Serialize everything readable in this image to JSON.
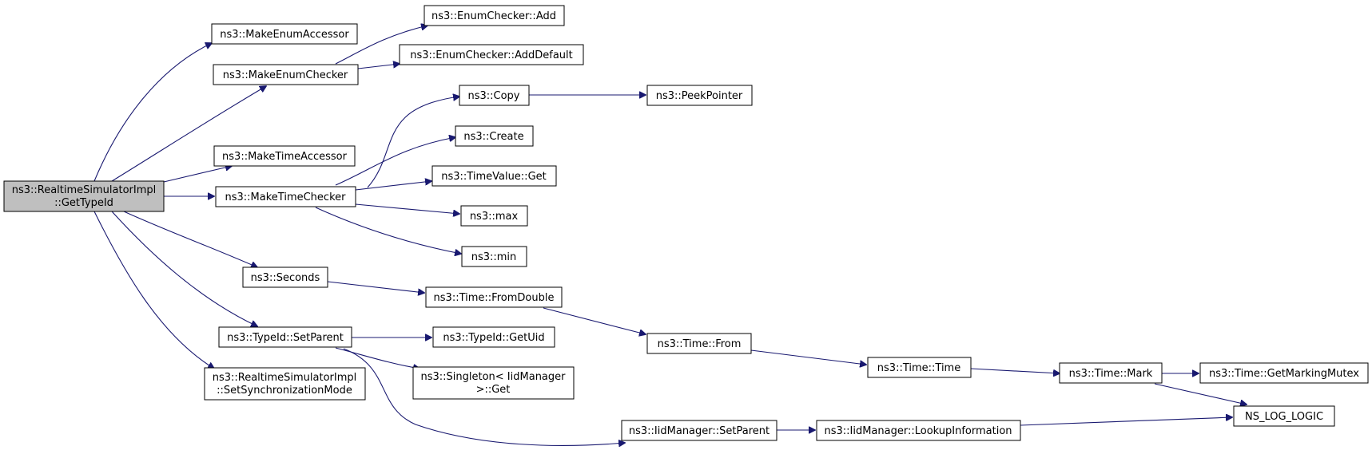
{
  "diagram": {
    "root": {
      "line1": "ns3::RealtimeSimulatorImpl",
      "line2": "::GetTypeId"
    },
    "nodes": {
      "make_enum_accessor": "ns3::MakeEnumAccessor",
      "make_enum_checker": "ns3::MakeEnumChecker",
      "enum_checker_add": "ns3::EnumChecker::Add",
      "enum_checker_add_default": "ns3::EnumChecker::AddDefault",
      "make_time_accessor": "ns3::MakeTimeAccessor",
      "make_time_checker": "ns3::MakeTimeChecker",
      "copy": "ns3::Copy",
      "peek_pointer": "ns3::PeekPointer",
      "create": "ns3::Create",
      "time_value_get": "ns3::TimeValue::Get",
      "max": "ns3::max",
      "min": "ns3::min",
      "seconds": "ns3::Seconds",
      "time_from_double": "ns3::Time::FromDouble",
      "typeid_set_parent": "ns3::TypeId::SetParent",
      "typeid_get_uid": "ns3::TypeId::GetUid",
      "time_from": "ns3::Time::From",
      "time_time": "ns3::Time::Time",
      "time_mark": "ns3::Time::Mark",
      "time_get_marking_mutex": "ns3::Time::GetMarkingMutex",
      "ns_log_logic": "NS_LOG_LOGIC",
      "singleton_get": {
        "line1": "ns3::Singleton< IidManager",
        "line2": ">::Get"
      },
      "set_sync_mode": {
        "line1": "ns3::RealtimeSimulatorImpl",
        "line2": "::SetSynchronizationMode"
      },
      "iid_manager_set_parent": "ns3::IidManager::SetParent",
      "iid_manager_lookup": "ns3::IidManager::LookupInformation"
    }
  }
}
